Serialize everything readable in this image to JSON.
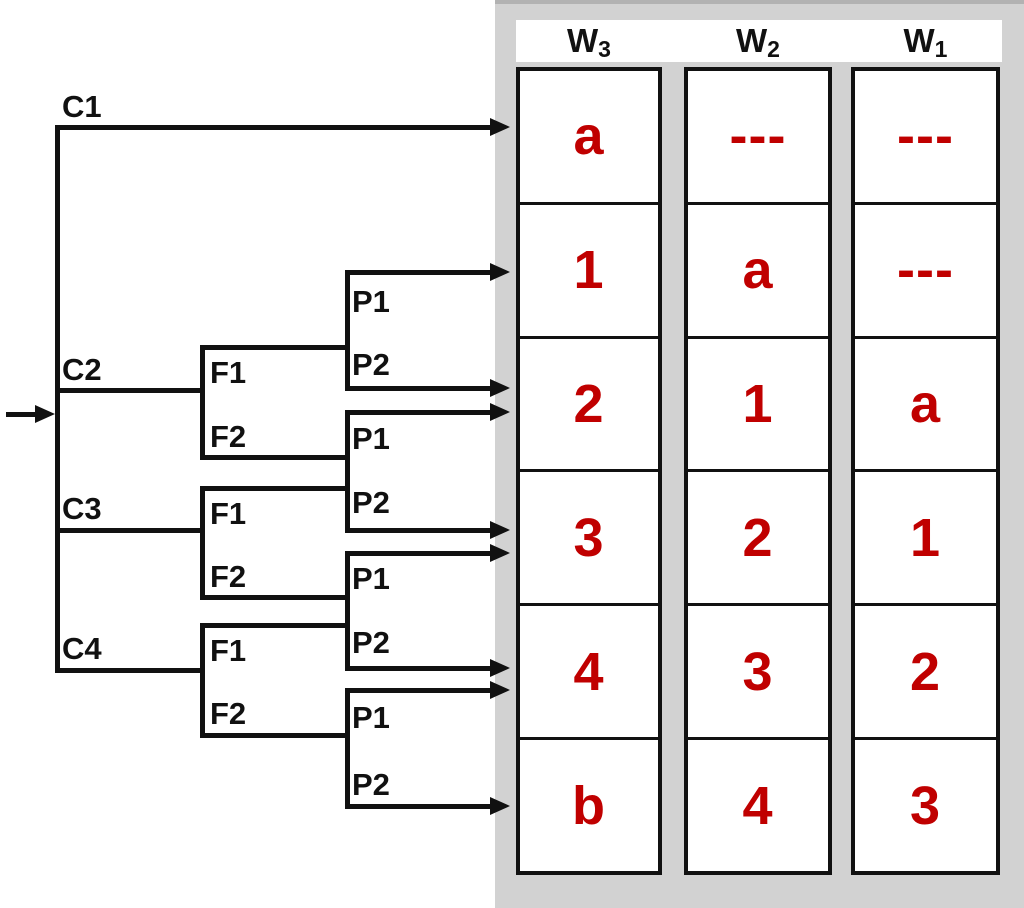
{
  "colors": {
    "value_red": "#c00000",
    "line_black": "#111111",
    "panel_gray": "#d2d2d2",
    "panel_edge_gray": "#b2b2b2",
    "cell_white": "#ffffff"
  },
  "tree": {
    "c_nodes": [
      {
        "label": "C1"
      },
      {
        "label": "C2"
      },
      {
        "label": "C3"
      },
      {
        "label": "C4"
      }
    ],
    "f_nodes": [
      {
        "f1": "F1",
        "f2": "F2"
      },
      {
        "f1": "F1",
        "f2": "F2"
      },
      {
        "f1": "F1",
        "f2": "F2"
      }
    ],
    "p_nodes": [
      {
        "p1": "P1",
        "p2": "P2"
      },
      {
        "p1": "P1",
        "p2": "P2"
      },
      {
        "p1": "P1",
        "p2": "P2"
      },
      {
        "p1": "P1",
        "p2": "P2"
      }
    ]
  },
  "table": {
    "columns": [
      {
        "header_base": "W",
        "header_sub": "3",
        "cells": [
          "a",
          "1",
          "2",
          "3",
          "4",
          "b"
        ]
      },
      {
        "header_base": "W",
        "header_sub": "2",
        "cells": [
          "---",
          "a",
          "1",
          "2",
          "3",
          "4"
        ]
      },
      {
        "header_base": "W",
        "header_sub": "1",
        "cells": [
          "---",
          "---",
          "a",
          "1",
          "2",
          "3"
        ]
      }
    ]
  }
}
